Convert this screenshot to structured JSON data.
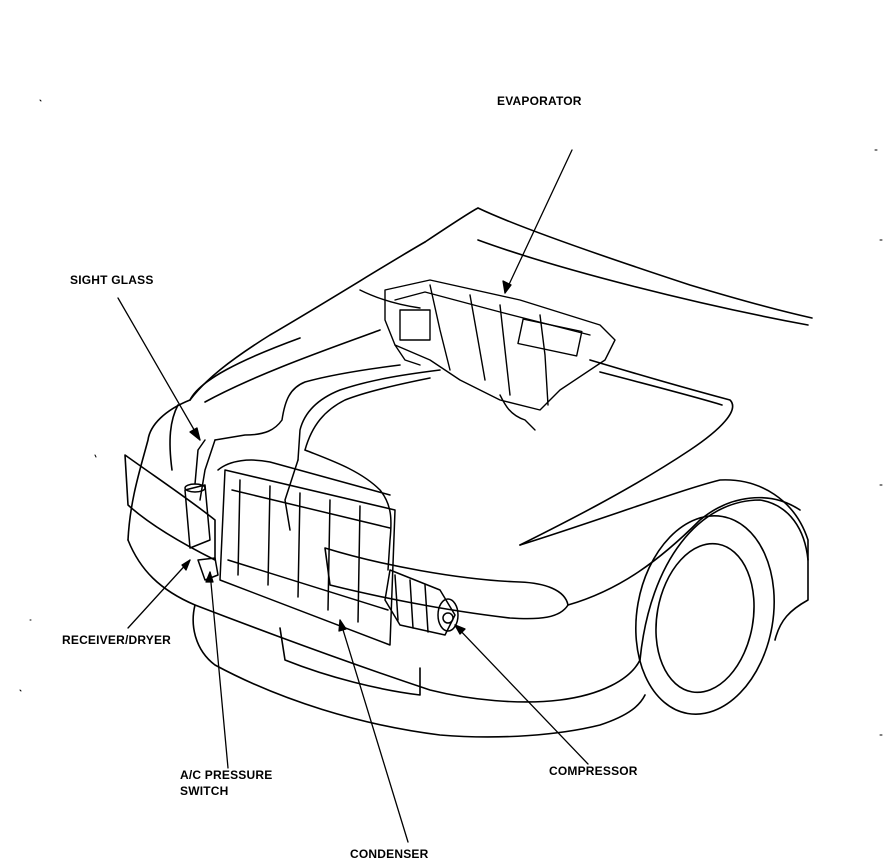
{
  "labels": {
    "evaporator": "EVAPORATOR",
    "sight_glass": "SIGHT GLASS",
    "receiver_dryer": "RECEIVER/DRYER",
    "ac_pressure_switch_line1": "A/C PRESSURE",
    "ac_pressure_switch_line2": "SWITCH",
    "compressor": "COMPRESSOR",
    "condenser": "CONDENSER"
  }
}
